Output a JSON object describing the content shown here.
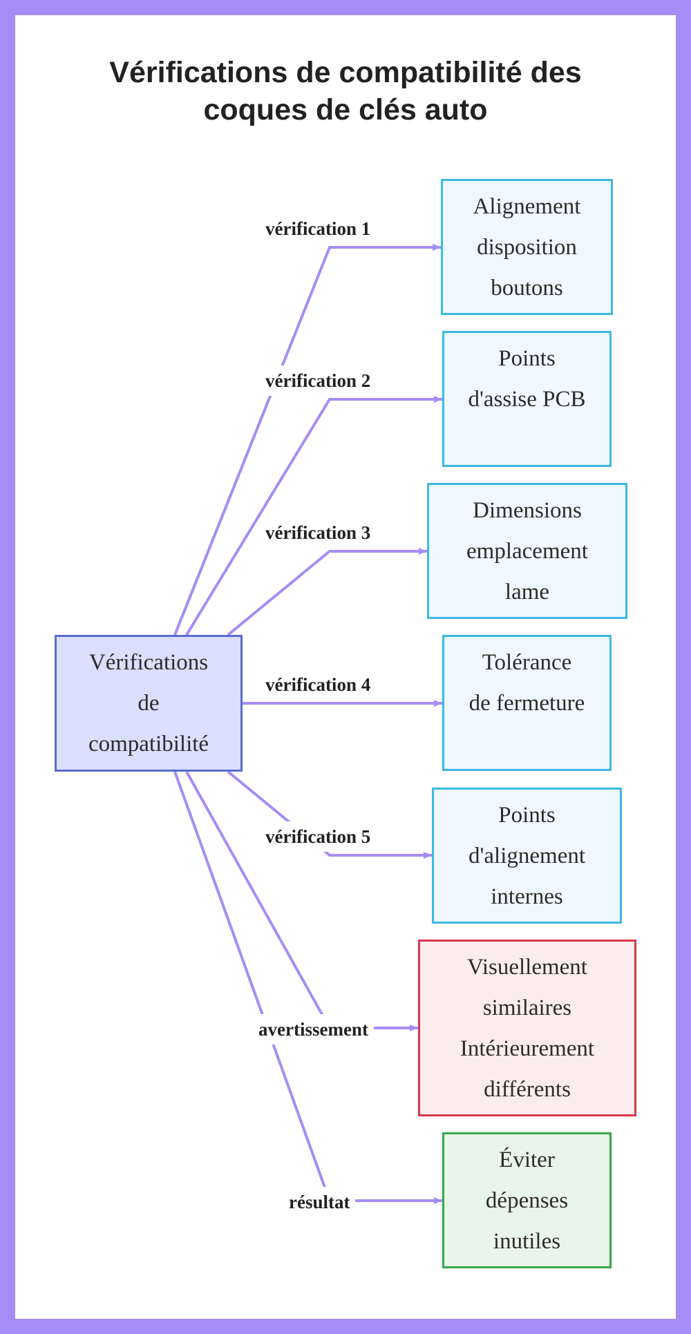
{
  "title": {
    "line1": "Vérifications de compatibilité des",
    "line2": "coques de clés auto"
  },
  "root": {
    "lines": [
      "Vérifications",
      "de",
      "compatibilité"
    ]
  },
  "branches": [
    {
      "label": "vérification 1",
      "kind": "check",
      "lines": [
        "Alignement",
        "disposition",
        "boutons"
      ]
    },
    {
      "label": "vérification 2",
      "kind": "check",
      "lines": [
        "Points",
        "d'assise PCB"
      ]
    },
    {
      "label": "vérification 3",
      "kind": "check",
      "lines": [
        "Dimensions",
        "emplacement",
        "lame"
      ]
    },
    {
      "label": "vérification 4",
      "kind": "check",
      "lines": [
        "Tolérance",
        "de fermeture"
      ]
    },
    {
      "label": "vérification 5",
      "kind": "check",
      "lines": [
        "Points",
        "d'alignement",
        "internes"
      ]
    },
    {
      "label": "avertissement",
      "kind": "warn",
      "lines": [
        "Visuellement",
        "similaires",
        "Intérieurement",
        "différents"
      ]
    },
    {
      "label": "résultat",
      "kind": "ok",
      "lines": [
        "Éviter",
        "dépenses",
        "inutiles"
      ]
    }
  ],
  "colors": {
    "edge": "#a68cf6",
    "check_border": "#3bb8e6",
    "warn_border": "#d63a4c",
    "ok_border": "#36a64a",
    "root_border": "#5a6bcf"
  }
}
